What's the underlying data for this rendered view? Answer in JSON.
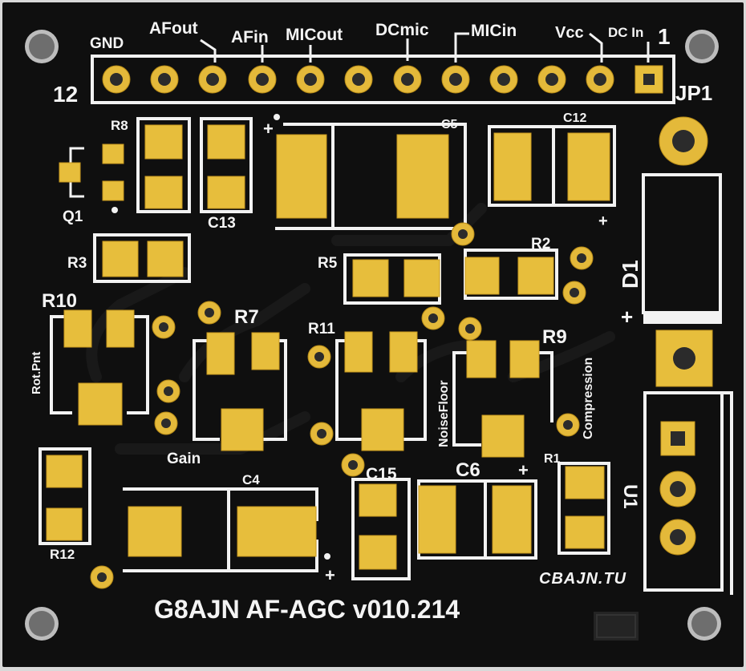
{
  "board": {
    "title": "G8AJN AF-AGC v010.214",
    "logo": "CBAJN.TU",
    "colors": {
      "mask": "#0f0f0f",
      "silk": "#f2f2f2",
      "copper": "#e7be3c",
      "edge": "#d9d9d9"
    }
  },
  "header": {
    "pin_first": "12",
    "pin_last": "1",
    "ref": "JP1",
    "signals": [
      "GND",
      "AFout",
      "AFin",
      "MICout",
      "DCmic",
      "MICin",
      "Vcc",
      "DC In"
    ]
  },
  "refs": {
    "r8": "R8",
    "q1": "Q1",
    "c13": "C13",
    "c5": "C5",
    "c12": "C12",
    "r3": "R3",
    "r5": "R5",
    "r2": "R2",
    "d1": "D1",
    "r10": "R10",
    "r7": "R7",
    "r11": "R11",
    "r9": "R9",
    "r12": "R12",
    "c4": "C4",
    "c15": "C15",
    "c6": "C6",
    "r1": "R1",
    "u1": "U1"
  },
  "notes": {
    "rot_pnt": "Rot.Pnt",
    "gain": "Gain",
    "noise_floor": "NoiseFloor",
    "compression": "Compression",
    "plus": "+"
  }
}
